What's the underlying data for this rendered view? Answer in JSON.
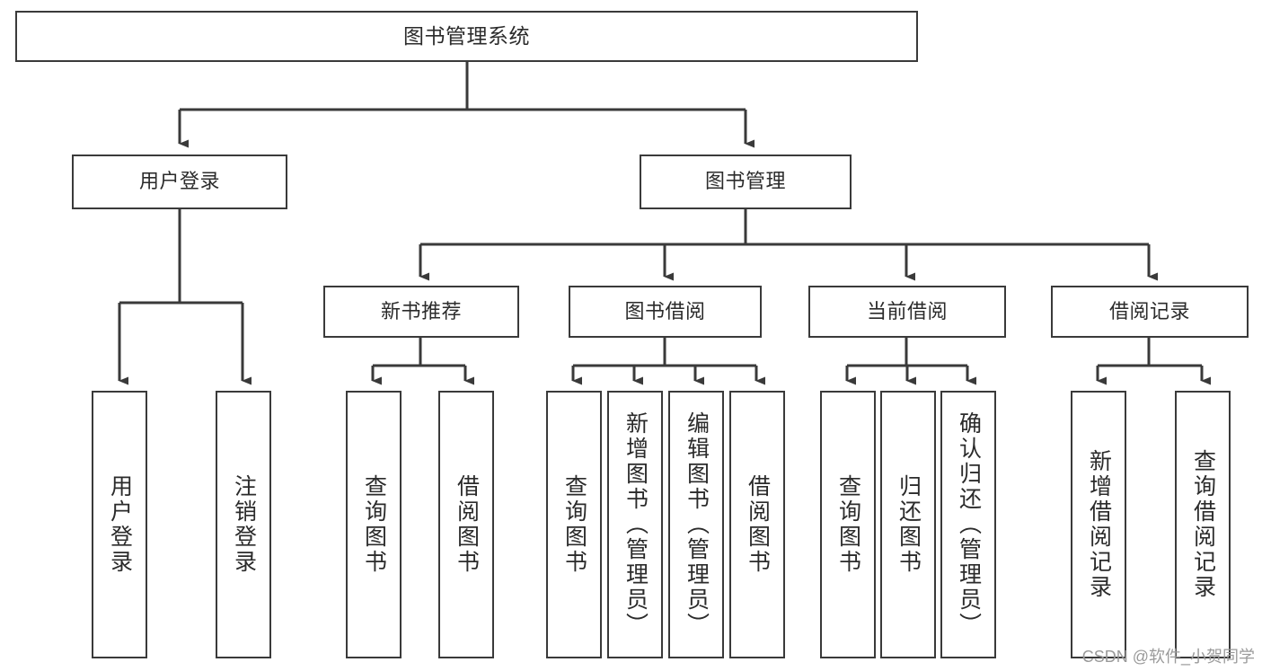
{
  "diagram": {
    "title": "图书管理系统",
    "type": "tree",
    "colors": {
      "box_border": "#3a3a3a",
      "box_fill": "#ffffff",
      "edge": "#3a3a3a",
      "text": "#2b2b2b",
      "watermark": "#9a9a9a",
      "background": "#ffffff"
    },
    "levels": {
      "root": {
        "label": "图书管理系统"
      },
      "level2": [
        {
          "id": "user-login",
          "label": "用户登录"
        },
        {
          "id": "book-manage",
          "label": "图书管理"
        }
      ],
      "level3": [
        {
          "id": "new-book-recommend",
          "label": "新书推荐"
        },
        {
          "id": "book-borrow",
          "label": "图书借阅"
        },
        {
          "id": "current-borrow",
          "label": "当前借阅"
        },
        {
          "id": "borrow-record",
          "label": "借阅记录"
        }
      ],
      "leaves": {
        "user-login": [
          {
            "id": "leaf-user-login",
            "label": "用户登录"
          },
          {
            "id": "leaf-logout-login",
            "label": "注销登录"
          }
        ],
        "new-book-recommend": [
          {
            "id": "leaf-query-book-1",
            "label": "查询图书"
          },
          {
            "id": "leaf-borrow-book-1",
            "label": "借阅图书"
          }
        ],
        "book-borrow": [
          {
            "id": "leaf-query-book-2",
            "label": "查询图书"
          },
          {
            "id": "leaf-add-book",
            "label": "新增图书（管理员）"
          },
          {
            "id": "leaf-edit-book",
            "label": "编辑图书（管理员）"
          },
          {
            "id": "leaf-borrow-book-2",
            "label": "借阅图书"
          }
        ],
        "current-borrow": [
          {
            "id": "leaf-query-book-3",
            "label": "查询图书"
          },
          {
            "id": "leaf-return-book",
            "label": "归还图书"
          },
          {
            "id": "leaf-confirm-return",
            "label": "确认归还（管理员）"
          }
        ],
        "borrow-record": [
          {
            "id": "leaf-add-record",
            "label": "新增借阅记录"
          },
          {
            "id": "leaf-query-record",
            "label": "查询借阅记录"
          }
        ]
      }
    }
  },
  "watermark": {
    "text": "CSDN @软件_小贺同学"
  }
}
